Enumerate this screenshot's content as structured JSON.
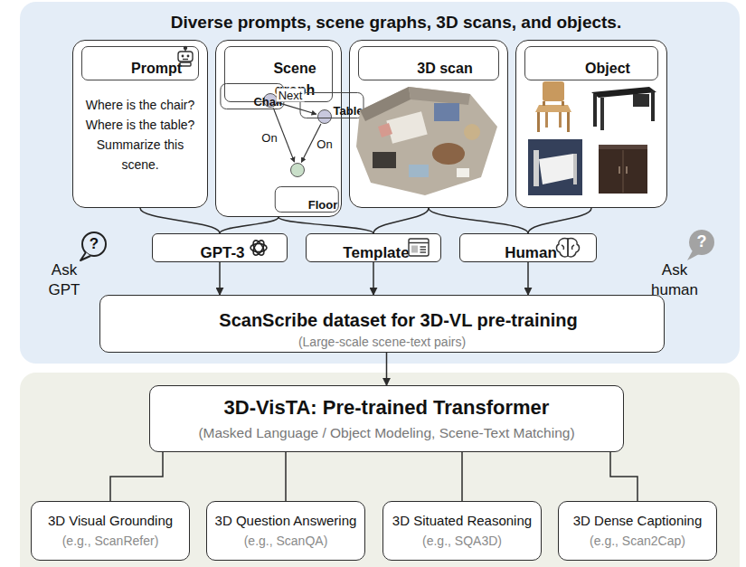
{
  "diagram": {
    "nodes": [
      {
        "text": [
          "Diverse prompts, scene graphs, 3D scans, and objects."
        ]
      },
      {
        "text": [
          "Prompt",
          "Where is the chair? Where is the table? Summarize this scene."
        ],
        "in": 0
      },
      {
        "text": [
          "Scene graph"
        ],
        "in": 0
      },
      {
        "text": [
          "Chair"
        ],
        "in": 2
      },
      {
        "text": [
          "Table"
        ],
        "in": 2
      },
      {
        "text": [
          "Floor"
        ],
        "in": 2
      },
      {
        "text": [
          "3D scan"
        ],
        "in": 0
      },
      {
        "text": [
          "Object"
        ],
        "in": 0
      },
      {
        "text": [
          "GPT-3"
        ],
        "in": 0
      },
      {
        "text": [
          "Template"
        ],
        "in": 0
      },
      {
        "text": [
          "Human"
        ],
        "in": 0
      },
      {
        "text": [
          "ScanScribe dataset for 3D-VL pre-training",
          "(Large-scale scene-text pairs)"
        ],
        "in": 0
      },
      {
        "text": [
          "3D-VisTA: Pre-trained Transformer",
          "(Masked Language / Object Modeling, Scene-Text Matching)"
        ]
      },
      {
        "text": [
          "3D Visual Grounding",
          "(e.g., ScanRefer)"
        ]
      },
      {
        "text": [
          "3D Question Answering",
          "(e.g., ScanQA)"
        ]
      },
      {
        "text": [
          "3D Situated Reasoning",
          "(e.g., SQA3D)"
        ]
      },
      {
        "text": [
          "3D Dense Captioning",
          "(e.g., Scan2Cap)"
        ]
      }
    ],
    "edges": [
      {
        "from": 3,
        "to": 4,
        "label": "Next",
        "arrow": "to"
      },
      {
        "from": 3,
        "to": 5,
        "label": "On",
        "arrow": "to"
      },
      {
        "from": 4,
        "to": 5,
        "label": "On",
        "arrow": "to"
      },
      {
        "from": 1,
        "to": 8,
        "arrow": "none"
      },
      {
        "from": 2,
        "to": 8,
        "arrow": "none"
      },
      {
        "from": 2,
        "to": 9,
        "arrow": "none"
      },
      {
        "from": 6,
        "to": 9,
        "arrow": "none"
      },
      {
        "from": 6,
        "to": 10,
        "arrow": "none"
      },
      {
        "from": 7,
        "to": 10,
        "arrow": "none"
      },
      {
        "from": 8,
        "to": 11,
        "arrow": "to"
      },
      {
        "from": 9,
        "to": 11,
        "arrow": "to"
      },
      {
        "from": 10,
        "to": 11,
        "arrow": "to"
      },
      {
        "from": 11,
        "to": 12,
        "arrow": "to"
      },
      {
        "from": 12,
        "to": 13,
        "arrow": "none"
      },
      {
        "from": 12,
        "to": 14,
        "arrow": "none"
      },
      {
        "from": 12,
        "to": 15,
        "arrow": "none"
      },
      {
        "from": 12,
        "to": 16,
        "arrow": "none"
      }
    ],
    "labels": [
      "?",
      "Ask GPT",
      "?",
      "Ask human"
    ]
  }
}
